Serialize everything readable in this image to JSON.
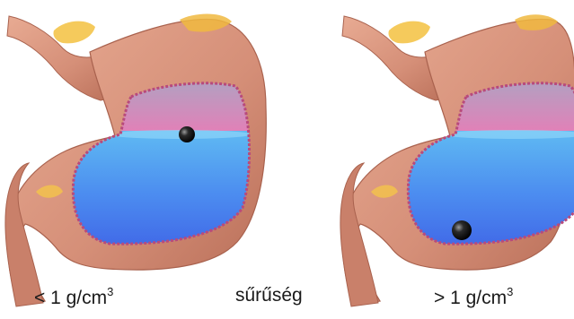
{
  "captions": {
    "left_prefix": "< 1 g/cm",
    "left_exp": "3",
    "middle": "sűrűség",
    "right_prefix": "> 1 g/cm",
    "right_exp": "3"
  },
  "panels": [
    {
      "name": "stomach-left",
      "ball_position": "floating"
    },
    {
      "name": "stomach-right",
      "ball_position": "sunk"
    }
  ],
  "colors": {
    "tissue": "#d9967f",
    "tissue_dark": "#a9624e",
    "fat": "#f4c44a",
    "air_top": "#a9a6c3",
    "air_bottom": "#e47fb7",
    "liquid_top": "#5fbaf2",
    "liquid_bottom": "#3f63e6",
    "lining": "#b84a7c"
  }
}
